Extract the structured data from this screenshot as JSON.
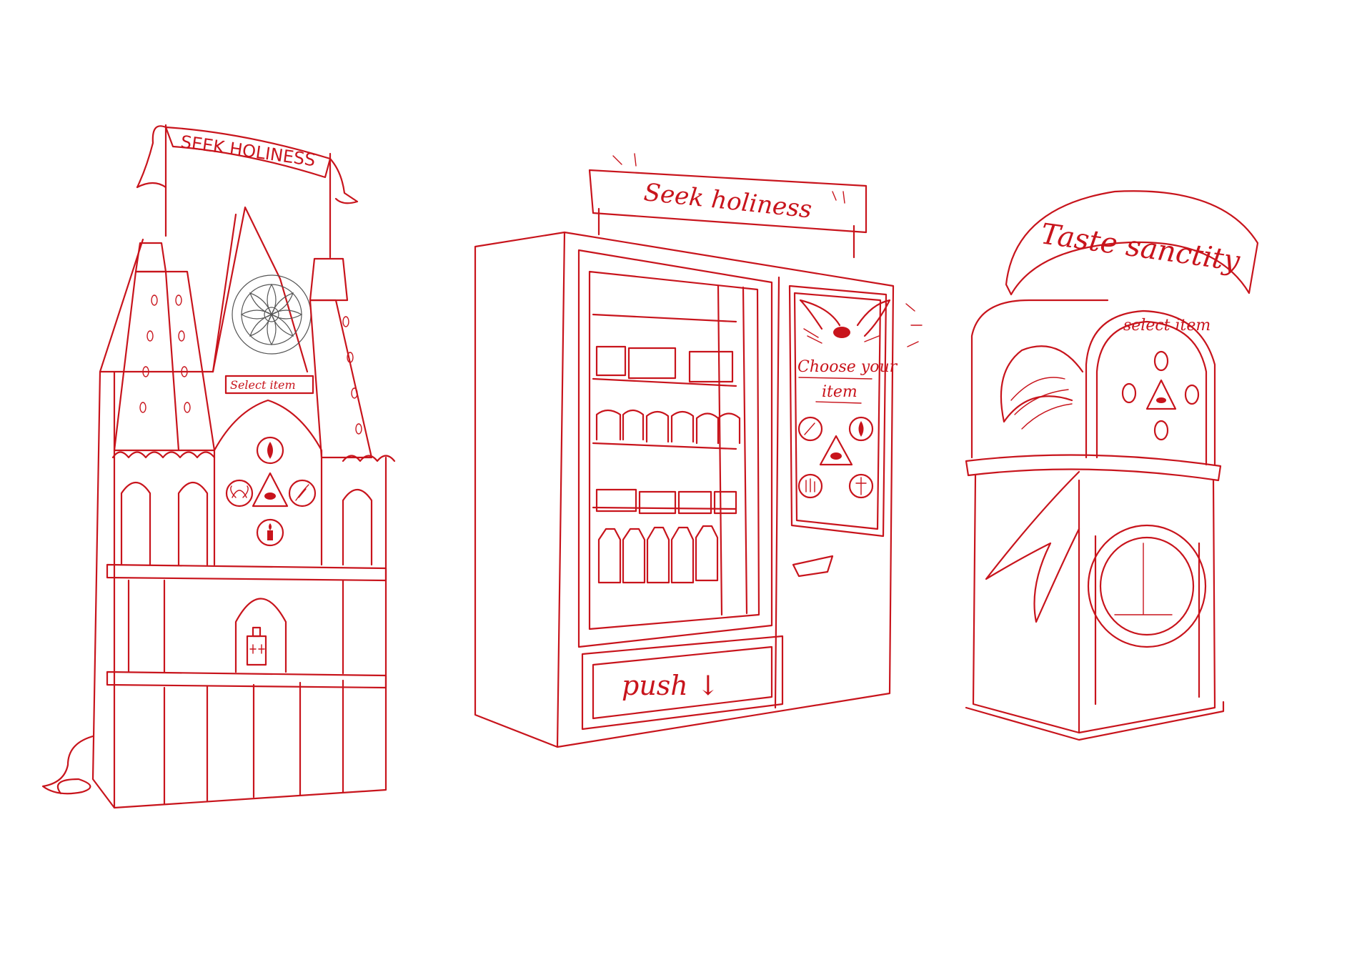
{
  "ink_color": "#c8141c",
  "machines": {
    "cathedral": {
      "banner_text": "SEEK HOLINESS",
      "select_label": "Select item",
      "buttons": [
        "flame-icon",
        "lotus-icon",
        "eye-triangle-icon",
        "feather-icon",
        "candle-icon"
      ]
    },
    "vending": {
      "header_text": "Seek holiness",
      "panel_prompt": "Choose your item",
      "push_label": "push ↓",
      "buttons": [
        "feather-icon",
        "flame-icon",
        "eye-triangle-icon",
        "hand-icon",
        "cross-icon"
      ]
    },
    "kiosk": {
      "arch_text": "Taste sanctity",
      "select_label": "select item",
      "buttons": [
        "flame-icon",
        "flame-icon",
        "eye-triangle-icon",
        "swirl-icon",
        "swirl-icon"
      ]
    }
  }
}
